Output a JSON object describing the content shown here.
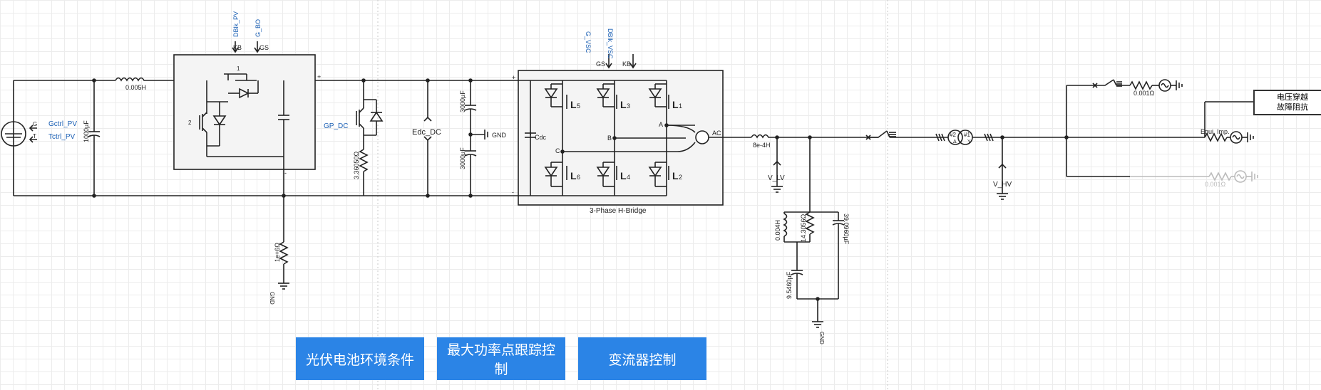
{
  "labels": {
    "gctrl": "Gctrl_PV",
    "tctrl": "Tctrl_PV",
    "cap_pv": "1000µF",
    "inductor_l1": "0.005H",
    "dblk_pv": "DBlk_PV",
    "g_bo": "G_BO",
    "kb1": "KB",
    "gs1": "GS",
    "gp_dc": "GP_DC",
    "r_dc": "3.36050Ω",
    "edc_dc": "Edc_DC",
    "c_top": "3000µF",
    "c_bot": "3000µF",
    "gnd_mid": "GND",
    "r_bottom": "1e+6Ω",
    "gnd_bottom": "GND",
    "g_vsc": "G_VSC",
    "dblk_vsc": "DBlk_VSC",
    "gs2": "GS",
    "kb2": "KB",
    "cdc": "Cdc",
    "bridge_title": "3-Phase H-Bridge",
    "ac": "AC",
    "node_a": "A",
    "node_b": "B",
    "node_c": "C",
    "l5": "5",
    "l3": "3",
    "l1": "1",
    "l6": "6",
    "l4": "4",
    "l2": "2",
    "ind_ac": "8e-4H",
    "v_lv": "V_LV",
    "filt_l": "0.004H",
    "filt_r": "14.3056Ω",
    "filt_c1": "39.0960µF",
    "filt_c2": "9.5460µF",
    "gnd_filter": "GND",
    "tr_w2": "#2",
    "tr_w1": "#1",
    "tr_delta": "Δ",
    "tr_y": "Y",
    "v_hv": "V_HV",
    "r_top": "0.001Ω",
    "equi": "Equi. Imp.",
    "r_grey": "0.001Ω"
  },
  "annotation": {
    "line1": "电压穿越",
    "line2": "故障阻抗"
  },
  "buttons": [
    {
      "label": "光伏电池环境条件"
    },
    {
      "label": "最大功率点跟踪控制"
    },
    {
      "label": "变流器控制"
    }
  ],
  "colors": {
    "wire": "#222222",
    "signal": "#1a5fb4",
    "button": "#2b84e6",
    "faded": "#bbbbbb"
  }
}
